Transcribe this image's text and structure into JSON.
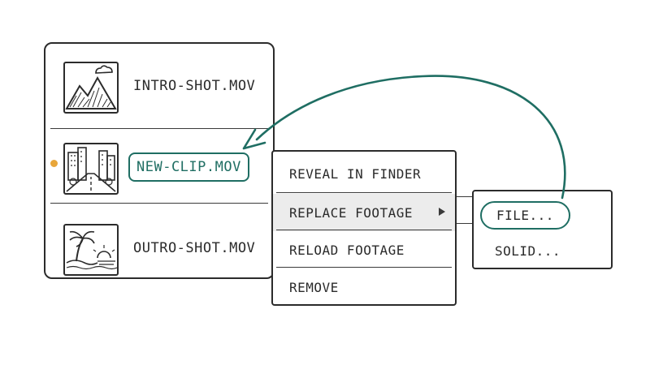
{
  "project_panel": {
    "items": [
      {
        "label": "INTRO-SHOT.MOV",
        "thumbnail": "mountain-landscape-icon"
      },
      {
        "label": "NEW-CLIP.MOV",
        "thumbnail": "city-street-icon",
        "selected": true,
        "status_dot_color": "#e8a63a"
      },
      {
        "label": "OUTRO-SHOT.MOV",
        "thumbnail": "beach-sunset-icon"
      }
    ]
  },
  "context_menu": {
    "items": [
      {
        "label": "REVEAL IN FINDER"
      },
      {
        "label": "REPLACE FOOTAGE",
        "highlighted": true,
        "has_submenu": true
      },
      {
        "label": "RELOAD FOOTAGE"
      },
      {
        "label": "REMOVE"
      }
    ]
  },
  "submenu": {
    "items": [
      {
        "label": "FILE...",
        "circled": true
      },
      {
        "label": "SOLID..."
      }
    ]
  },
  "colors": {
    "accent": "#1f6e63",
    "ink": "#2b2b2b",
    "highlight_bg": "#ececec",
    "status_dot": "#e8a63a"
  },
  "annotation": {
    "arrow": "curved-arrow-from-file-to-new-clip"
  }
}
